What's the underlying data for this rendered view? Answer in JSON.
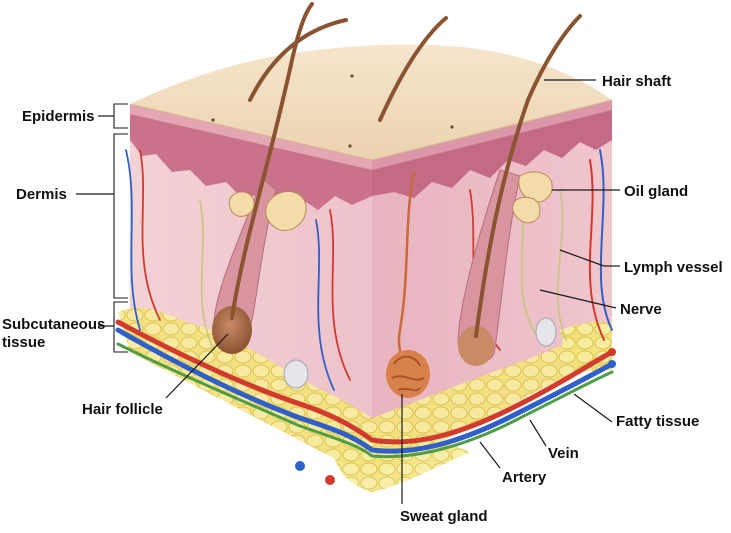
{
  "labels": {
    "epidermis": "Epidermis",
    "dermis": "Dermis",
    "subcutaneous_line1": "Subcutaneous",
    "subcutaneous_line2": "tissue",
    "hair_follicle": "Hair follicle",
    "hair_shaft": "Hair shaft",
    "oil_gland": "Oil gland",
    "lymph_vessel": "Lymph vessel",
    "nerve": "Nerve",
    "fatty_tissue": "Fatty tissue",
    "vein": "Vein",
    "artery": "Artery",
    "sweat_gland": "Sweat gland"
  },
  "colors": {
    "epidermis_top": "#f3ddc0",
    "epidermis_layer": "#c9728a",
    "dermis": "#f1c8cf",
    "dermis_side": "#e9b7c0",
    "fat": "#f3e07a",
    "artery": "#d23a2e",
    "vein": "#2f5fc9",
    "lymph": "#4f9e47",
    "nerve": "#e8e6a8",
    "hair": "#8a5431"
  }
}
